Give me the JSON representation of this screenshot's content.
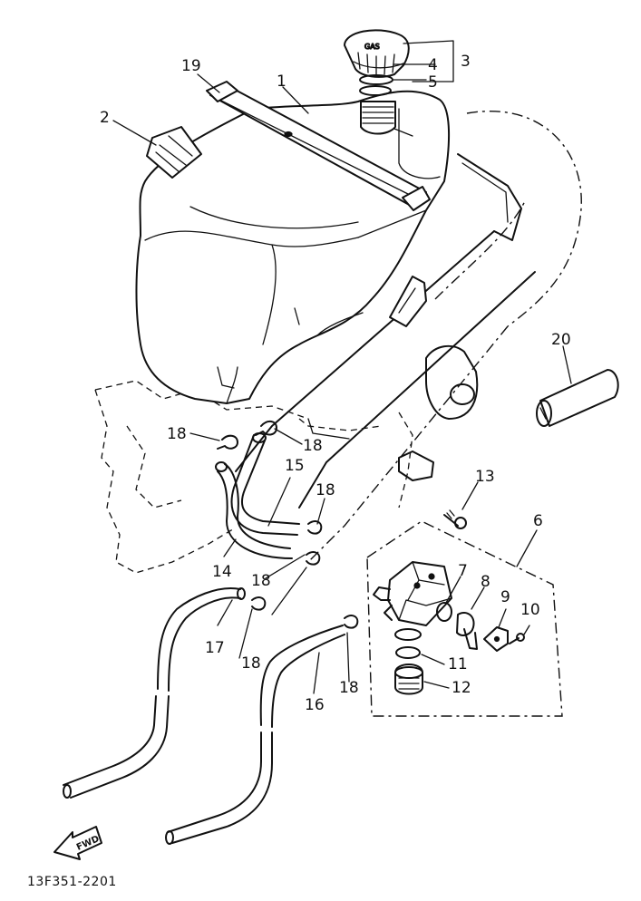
{
  "callouts": {
    "c1": "1",
    "c2": "2",
    "c3": "3",
    "c4": "4",
    "c5": "5",
    "c6": "6",
    "c7": "7",
    "c8": "8",
    "c9": "9",
    "c10": "10",
    "c11": "11",
    "c12": "12",
    "c13": "13",
    "c14": "14",
    "c15": "15",
    "c16": "16",
    "c17": "17",
    "c18": "18",
    "c19": "19",
    "c20": "20"
  },
  "fwd_label": "FWD",
  "drawing_code": "13F351-2201",
  "cap_marking": "GAS"
}
